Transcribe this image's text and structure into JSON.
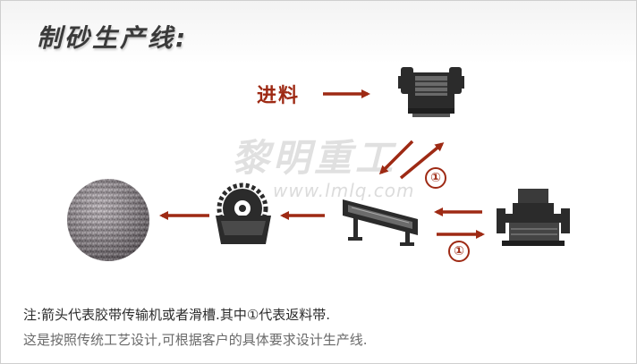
{
  "title": "制砂生产线:",
  "feed_label": "进料",
  "watermark": {
    "name": "黎明重工",
    "url": "www.lmlq.com"
  },
  "belt_marker": "①",
  "notes": {
    "line1": "注:箭头代表胶带传输机或者滑槽.其中①代表返料带.",
    "line2": "这是按照传统工艺设计,可根据客户的具体要求设计生产线."
  },
  "colors": {
    "arrow": "#9e2a14",
    "machine": "#2b2b2b",
    "title": "#3a3a3a"
  },
  "icons": [
    "jaw-crusher-icon",
    "sand-maker-icon",
    "vibrating-screen-icon",
    "sand-washer-icon",
    "sand-pile-icon"
  ]
}
